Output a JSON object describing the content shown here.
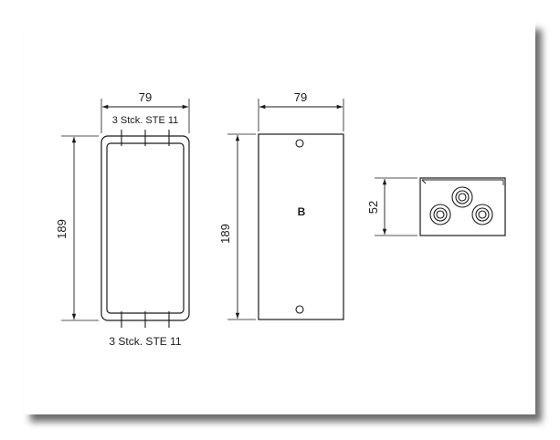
{
  "drawing": {
    "left_view": {
      "width_label": "79",
      "height_label": "189",
      "top_note": "3 Stck. STE 11",
      "bottom_note": "3 Stck. STE 11"
    },
    "middle_view": {
      "width_label": "79",
      "height_label": "189",
      "center_letter": "B"
    },
    "right_view": {
      "height_label": "52"
    }
  }
}
